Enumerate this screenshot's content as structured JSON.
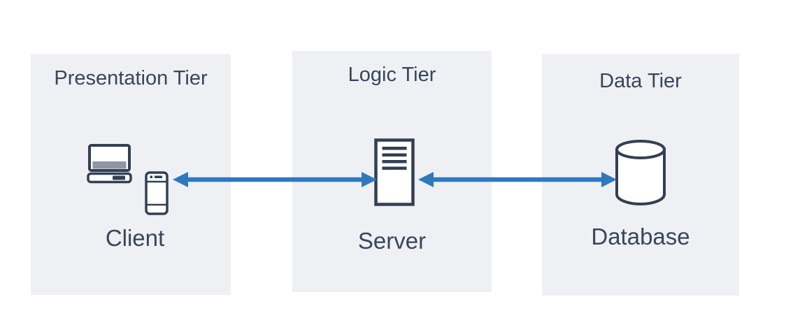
{
  "diagram": {
    "type": "three-tier-architecture",
    "tiers": [
      {
        "id": "presentation",
        "label": "Presentation Tier",
        "node_label": "Client",
        "icons": [
          "laptop-icon",
          "smartphone-icon"
        ]
      },
      {
        "id": "logic",
        "label": "Logic Tier",
        "node_label": "Server",
        "icons": [
          "server-icon"
        ]
      },
      {
        "id": "data",
        "label": "Data Tier",
        "node_label": "Database",
        "icons": [
          "database-icon"
        ]
      }
    ],
    "connections": [
      {
        "from": "Client",
        "to": "Server",
        "style": "bidirectional-arrow"
      },
      {
        "from": "Server",
        "to": "Database",
        "style": "bidirectional-arrow"
      }
    ]
  },
  "colors": {
    "canvas_background": "#FFFFFF",
    "tier_box_fill": "#EEF0F4",
    "icon_stroke": "#333F52",
    "laptop_screen_gray": "#8E96A4",
    "arrow_blue": "#2E79BE",
    "text": "#3A455A"
  }
}
